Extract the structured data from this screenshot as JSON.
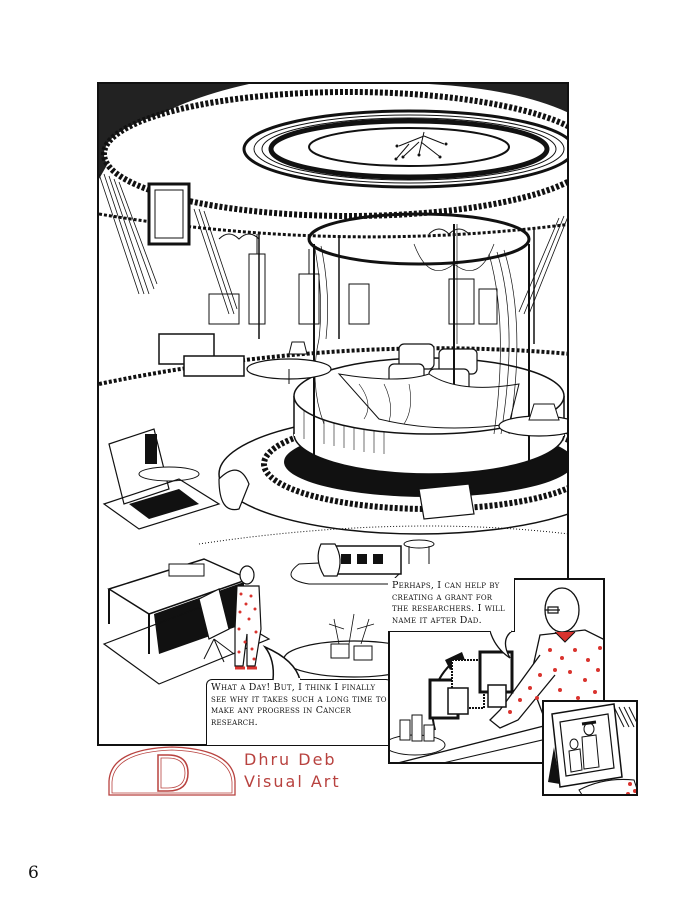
{
  "page": {
    "number": "6",
    "background_color": "#ffffff"
  },
  "comic": {
    "main_panel": {
      "scene": "luxury circular bedroom with canopy bed, city skyline windows, ceiling rings, desk and man in polka-dot pajamas"
    },
    "speech_bubbles": [
      {
        "speaker": "man-in-pajamas",
        "text": "What a Day! But, I think I finally see why it takes such a long time to make any progress in Cancer research."
      },
      {
        "speaker": "man-with-glasses",
        "text": "Perhaps, I can help by creating a grant for the researchers. I will name it after Dad."
      }
    ],
    "inset_panels": [
      {
        "scene": "man with glasses in polka-dot pajamas reaching toward desk with picture frames, lamp and candles"
      },
      {
        "scene": "close-up of framed photo of father and child"
      }
    ],
    "accent_color": "#d9332e"
  },
  "logo": {
    "letter": "D",
    "line1": "Dhru Deb",
    "line2": "Visual Art",
    "color": "#b8423f"
  }
}
